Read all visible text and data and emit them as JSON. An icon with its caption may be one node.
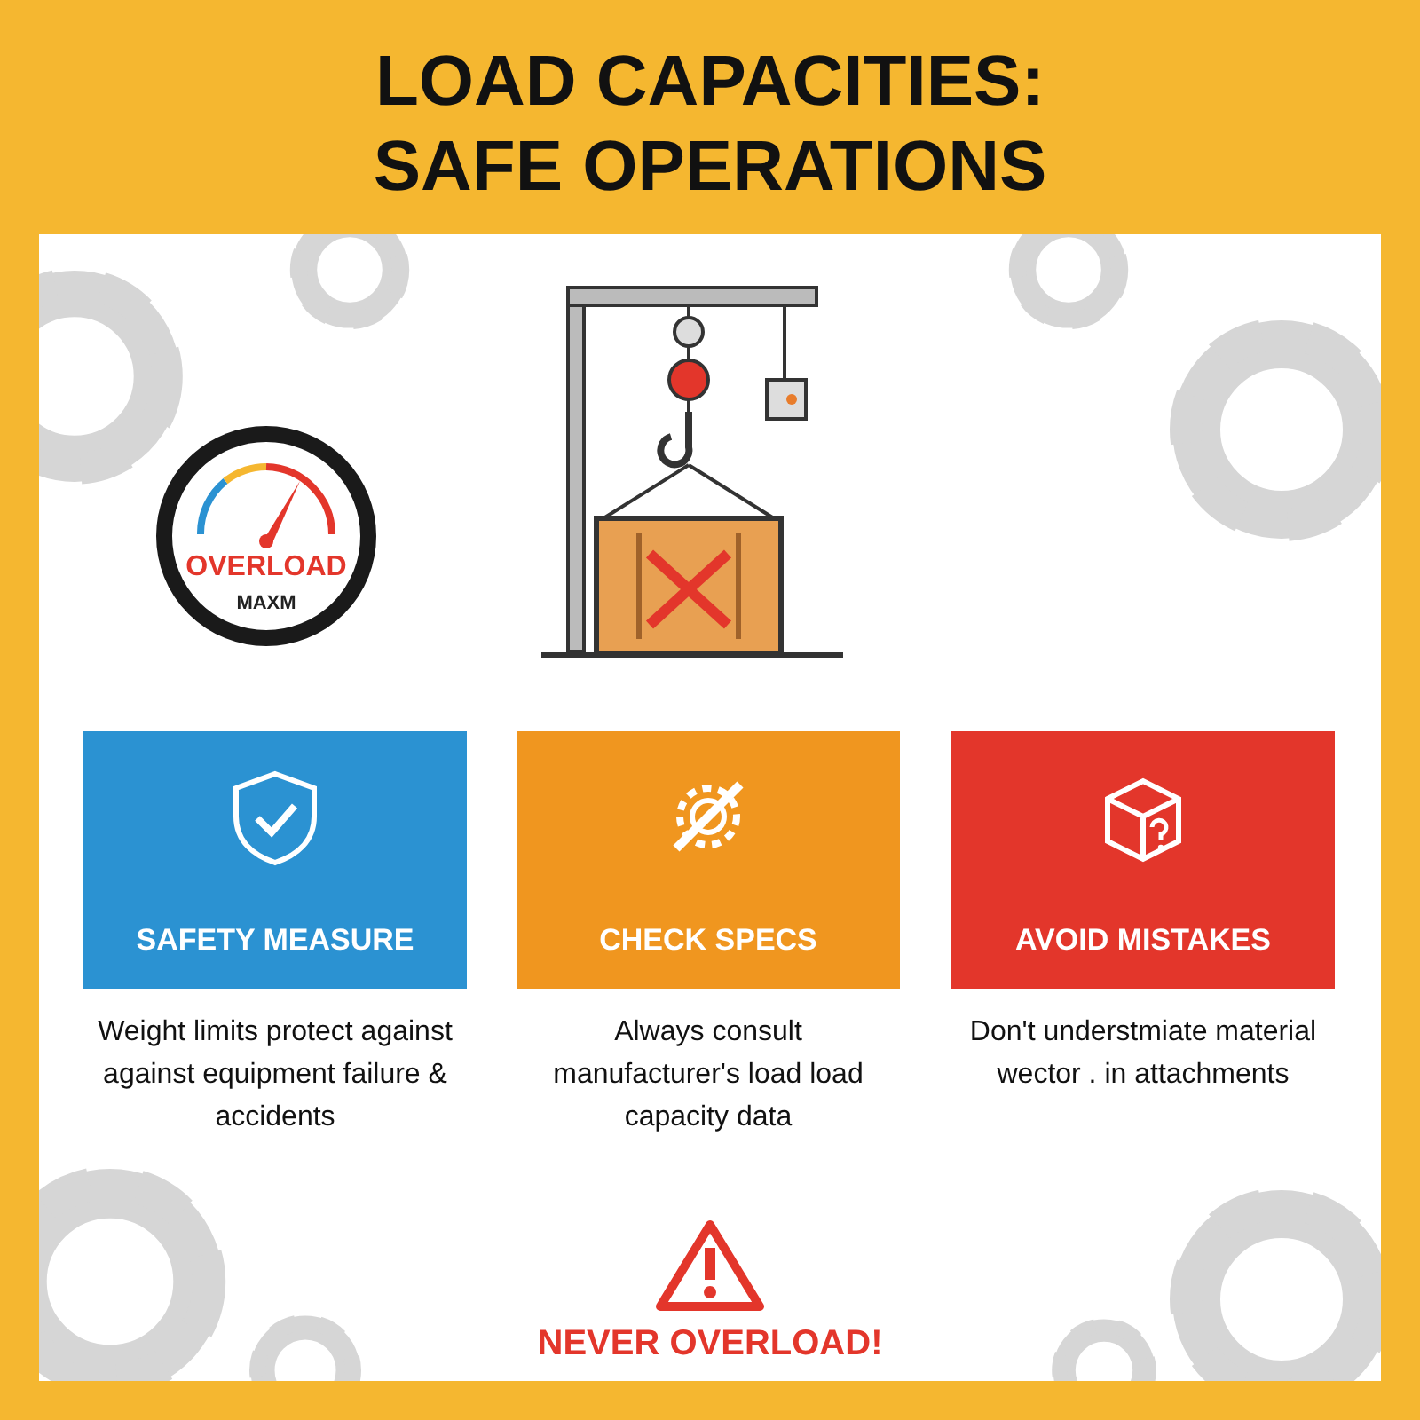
{
  "diagram": {
    "title": "LOAD CAPACITIES: SAFE OPERATIONS",
    "nodes": [
      {
        "text": [
          "OVERLOAD",
          "MAXM"
        ]
      },
      {
        "text": [
          "SAFETY MEASURE"
        ],
        "beside": [
          "Weight limits protect against against equipment failure & accidents"
        ]
      },
      {
        "text": [
          "CHECK SPECS"
        ],
        "beside": [
          "Always consult manufacturer's load load capacity data"
        ]
      },
      {
        "text": [
          "AVOID MISTAKES"
        ],
        "beside": [
          "Don't understmiate material wector . in attachments"
        ]
      }
    ],
    "edges": [],
    "labels": [
      "NEVER OVERLOAD!"
    ]
  }
}
